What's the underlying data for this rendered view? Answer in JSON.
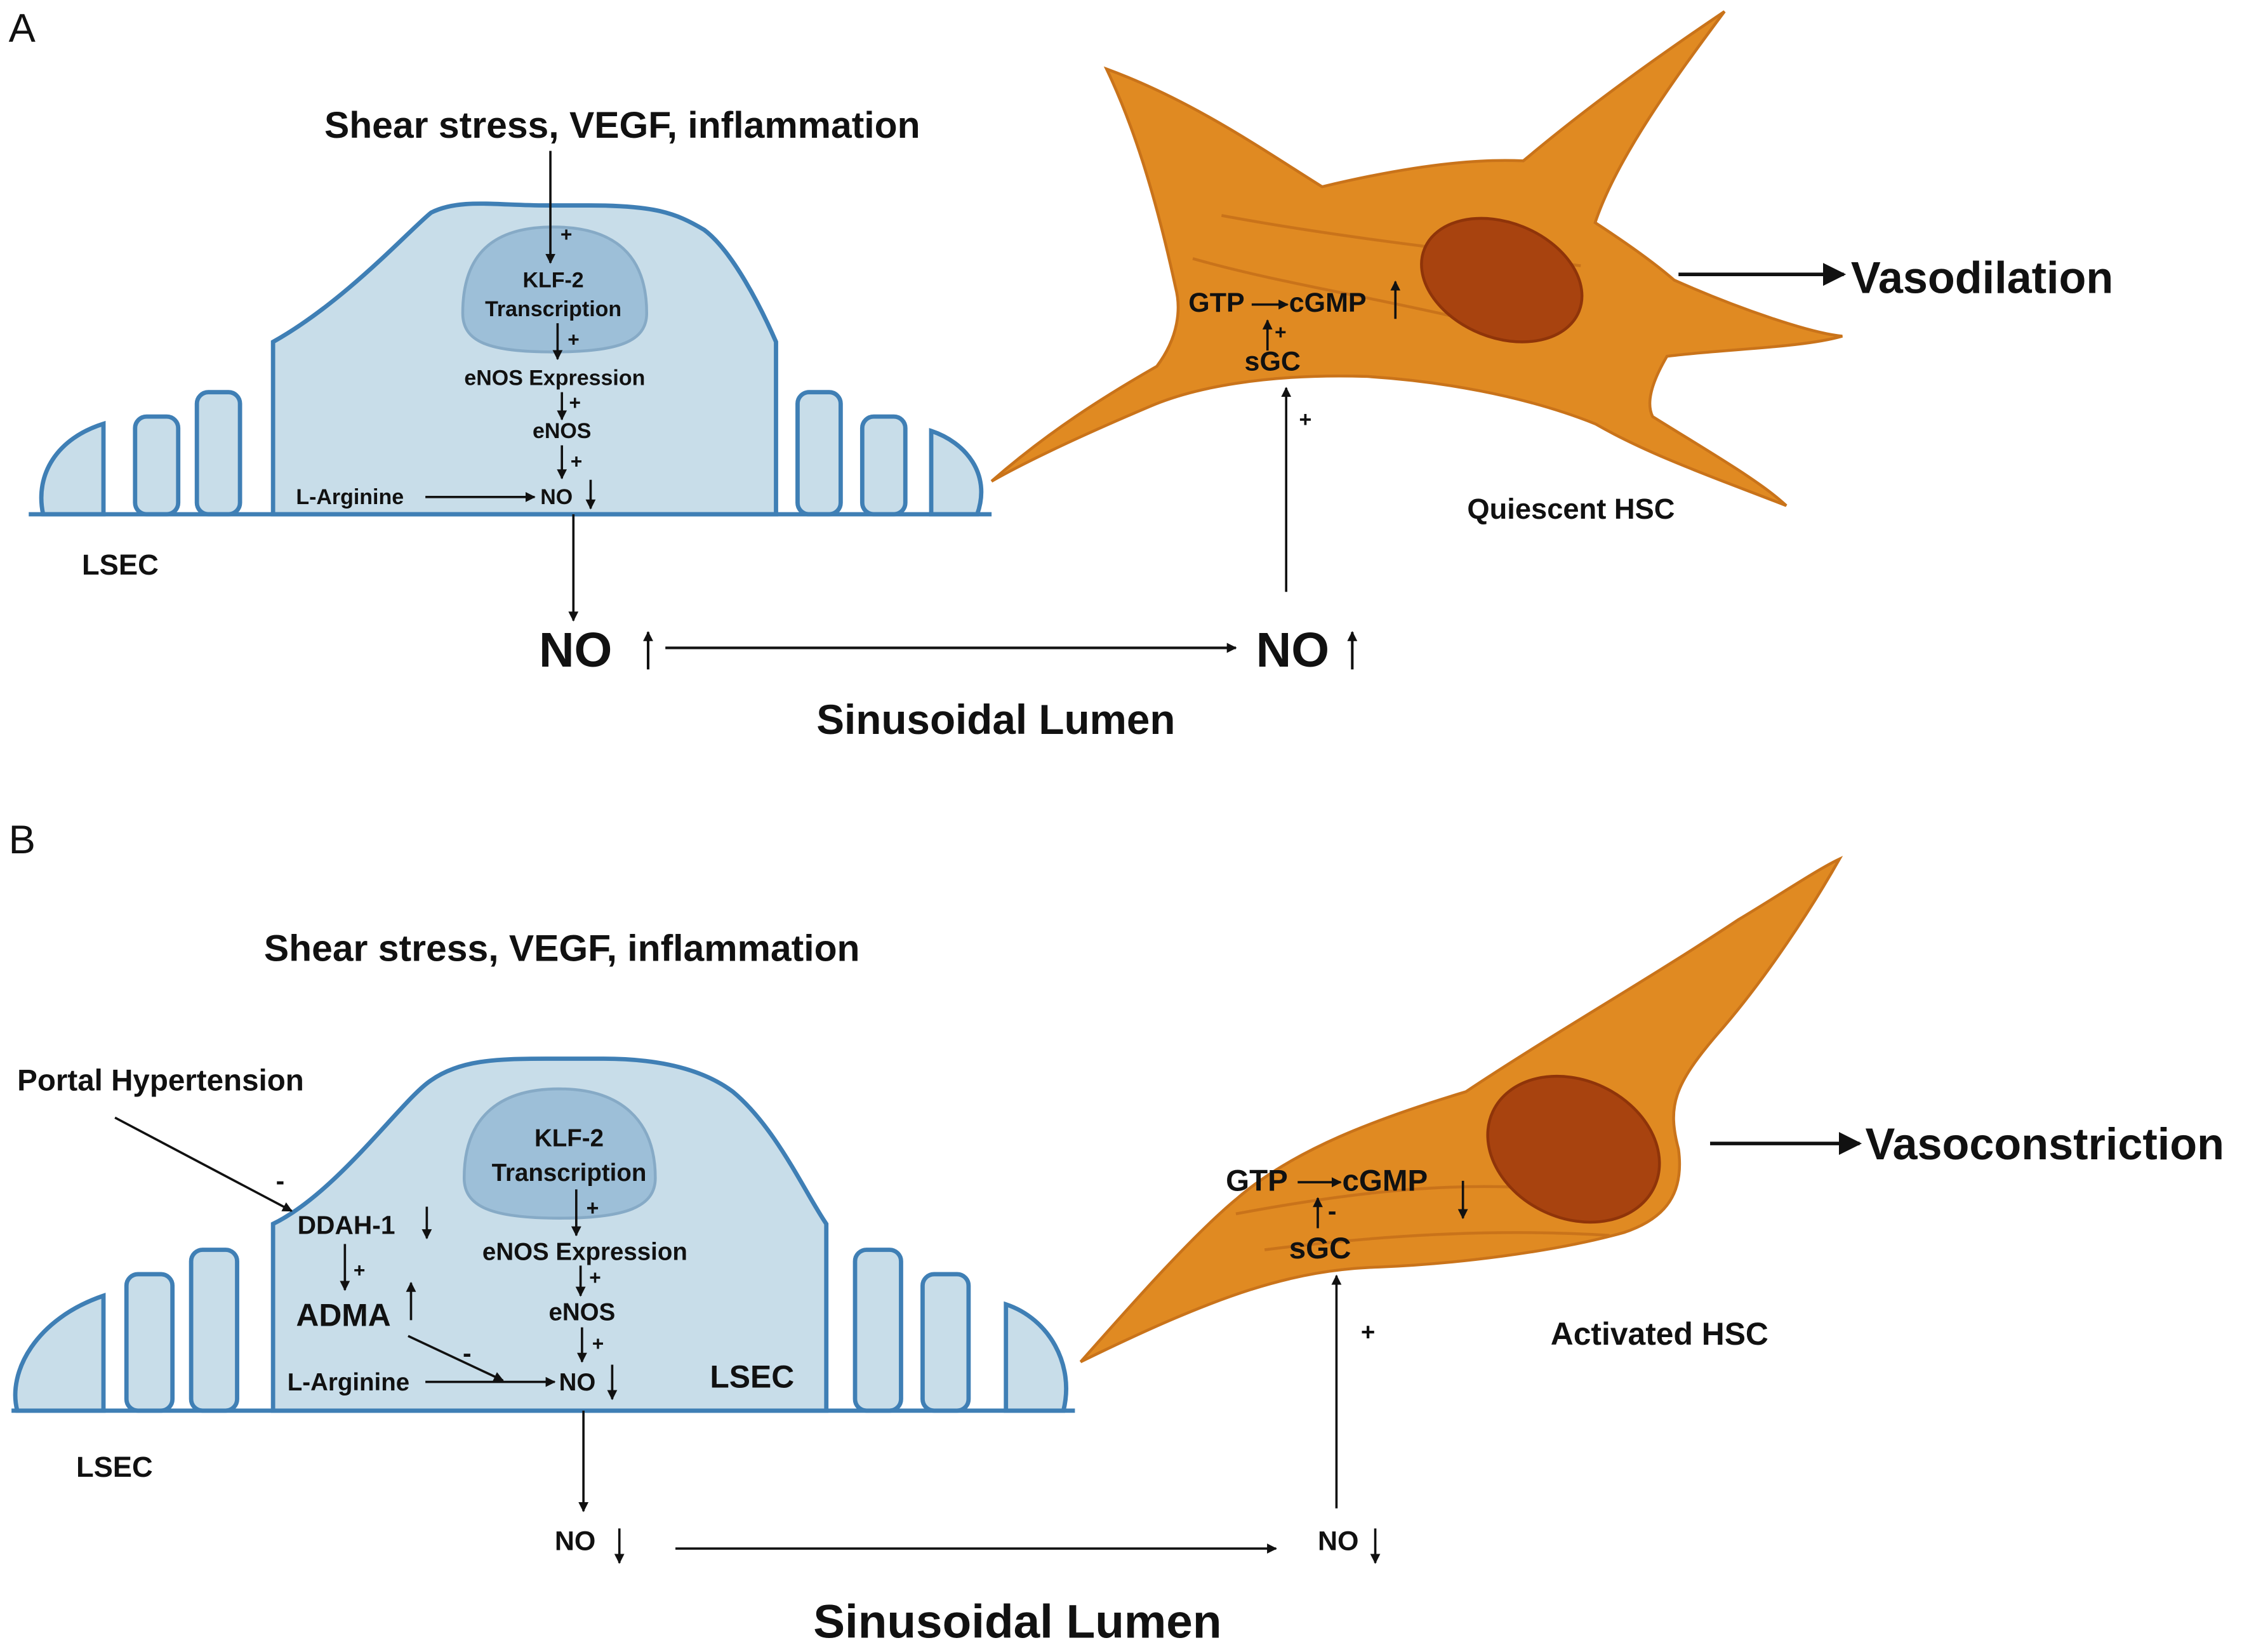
{
  "colors": {
    "lsec_fill": "#c8dde9",
    "lsec_stroke": "#3f7fb5",
    "nucleus_fill": "#9dbfd8",
    "hsc_fill": "#e08a22",
    "hsc_nucleus": "#a8430f",
    "text": "#111111"
  },
  "panel_a": {
    "label": "A",
    "stimulus": "Shear stress, VEGF, inflammation",
    "klf2_line1": "KLF-2",
    "klf2_line2": "Transcription",
    "enos_expression": "eNOS Expression",
    "enos": "eNOS",
    "l_arginine": "L-Arginine",
    "no_inside": "NO",
    "lsec": "LSEC",
    "plus": "+",
    "gtp": "GTP",
    "cgmp": "cGMP",
    "sgc": "sGC",
    "hsc_label": "Quiescent HSC",
    "outcome": "Vasodilation",
    "no_left": "NO",
    "no_right": "NO",
    "lumen": "Sinusoidal Lumen"
  },
  "panel_b": {
    "label": "B",
    "stimulus": "Shear stress, VEGF, inflammation",
    "portal": "Portal Hypertension",
    "ddah": "DDAH-1",
    "adma": "ADMA",
    "klf2_line1": "KLF-2",
    "klf2_line2": "Transcription",
    "enos_expression": "eNOS Expression",
    "enos": "eNOS",
    "l_arginine": "L-Arginine",
    "no_inside": "NO",
    "lsec_inner": "LSEC",
    "lsec": "LSEC",
    "plus": "+",
    "minus": "-",
    "gtp": "GTP",
    "cgmp": "cGMP",
    "sgc": "sGC",
    "hsc_label": "Activated HSC",
    "outcome": "Vasoconstriction",
    "no_left": "NO",
    "no_right": "NO",
    "lumen": "Sinusoidal Lumen"
  }
}
